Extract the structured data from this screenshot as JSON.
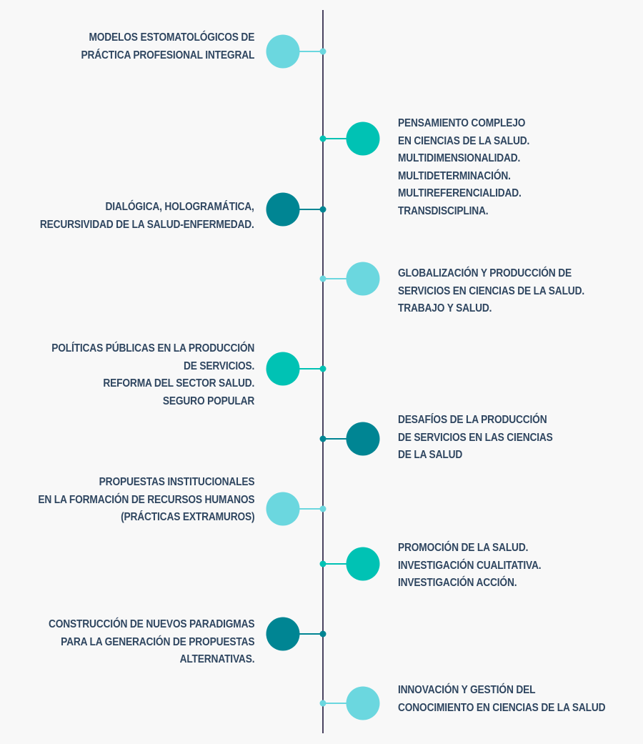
{
  "colors": {
    "light": "#6bd7df",
    "teal": "#00c2b4",
    "dark": "#008593",
    "axis": "#4a4360",
    "text": "#2f4660"
  },
  "items": [
    {
      "text": "MODELOS ESTOMATOLÓGICOS DE\nPRÁCTICA PROFESIONAL INTEGRAL",
      "color": "light"
    },
    {
      "text": "PENSAMIENTO COMPLEJO\nEN CIENCIAS DE LA SALUD.\nMULTIDIMENSIONALIDAD.\nMULTIDETERMINACIÓN.\nMULTIREFERENCIALIDAD.\nTRANSDISCIPLINA.",
      "color": "teal"
    },
    {
      "text": "DIALÓGICA, HOLOGRAMÁTICA,\nRECURSIVIDAD DE LA SALUD-ENFERMEDAD.",
      "color": "dark"
    },
    {
      "text": "GLOBALIZACIÓN Y PRODUCCIÓN DE\nSERVICIOS EN CIENCIAS DE LA SALUD.\nTRABAJO Y SALUD.",
      "color": "light"
    },
    {
      "text": "POLÍTICAS PÚBLICAS EN LA PRODUCCIÓN\nDE SERVICIOS.\nREFORMA DEL SECTOR SALUD.\nSEGURO POPULAR",
      "color": "teal"
    },
    {
      "text": "DESAFÍOS DE LA PRODUCCIÓN\nDE SERVICIOS EN LAS CIENCIAS\nDE LA SALUD",
      "color": "dark"
    },
    {
      "text": "PROPUESTAS INSTITUCIONALES\nEN LA FORMACIÓN DE RECURSOS HUMANOS\n(PRÁCTICAS EXTRAMUROS)",
      "color": "light"
    },
    {
      "text": "PROMOCIÓN DE LA SALUD.\nINVESTIGACIÓN CUALITATIVA.\nINVESTIGACIÓN ACCIÓN.",
      "color": "teal"
    },
    {
      "text": "CONSTRUCCIÓN DE NUEVOS PARADIGMAS\nPARA LA GENERACIÓN DE PROPUESTAS\nALTERNATIVAS.",
      "color": "dark"
    },
    {
      "text": "INNOVACIÓN Y GESTIÓN DEL\nCONOCIMIENTO EN CIENCIAS DE LA SALUD",
      "color": "light"
    }
  ]
}
